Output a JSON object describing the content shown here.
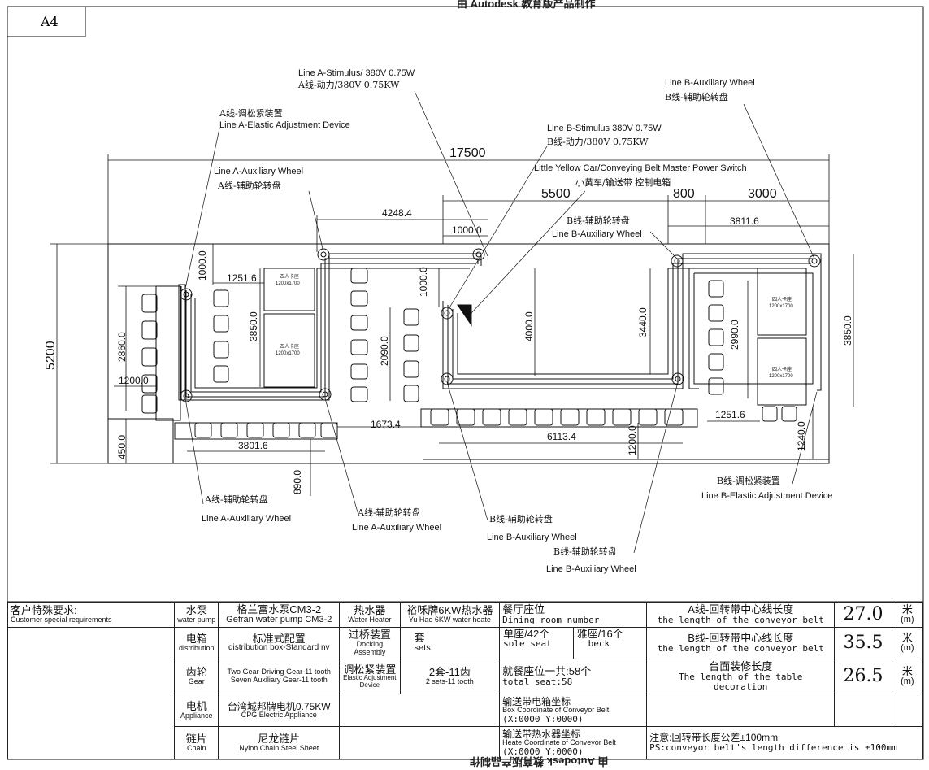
{
  "sheet": {
    "size_label": "A4",
    "watermark": "由 Autodesk 教育版产品制作"
  },
  "annotations": {
    "line_a_stimulus_en": "Line A-Stimulus/ 380V 0.75W",
    "line_a_stimulus_cn": "A线-动力/380V 0.75KW",
    "line_a_elastic_cn": "A线-调松紧装置",
    "line_a_elastic_en": "Line A-Elastic Adjustment Device",
    "line_a_aux_en": "Line A-Auxiliary Wheel",
    "line_a_aux_cn": "A线-辅助轮转盘",
    "line_b_stimulus_en": "Line B-Stimulus 380V 0.75W",
    "line_b_stimulus_cn": "B线-动力/380V 0.75KW",
    "master_switch_en": "Little Yellow Car/Conveying Belt Master Power Switch",
    "master_switch_cn": "小黄车/输送带 控制电箱",
    "line_b_aux_top_en": "Line B-Auxiliary Wheel",
    "line_b_aux_top_cn": "B线-辅助轮转盘",
    "line_b_aux_mid_cn": "B线-辅助轮转盘",
    "line_b_aux_mid_en": "Line B-Auxiliary Wheel",
    "bottom_a_aux1_cn": "A线-辅助轮转盘",
    "bottom_a_aux1_en": "Line A-Auxiliary Wheel",
    "bottom_a_aux2_cn": "A线-辅助轮转盘",
    "bottom_a_aux2_en": "Line A-Auxiliary Wheel",
    "bottom_b_aux1_cn": "B线-辅助轮转盘",
    "bottom_b_aux1_en": "Line B-Auxiliary Wheel",
    "bottom_b_aux2_cn": "B线-辅助轮转盘",
    "bottom_b_aux2_en": "Line B-Auxiliary Wheel",
    "line_b_elastic_cn": "B线-调松紧装置",
    "line_b_elastic_en": "Line B-Elastic Adjustment Device",
    "table_label_cn": "四人卡座",
    "table_label_size": "1200x1700"
  },
  "dimensions": {
    "total_length": "17500",
    "seg_5500": "5500",
    "seg_800": "800",
    "seg_3000": "3000",
    "d_4248": "4248.4",
    "d_1000_top": "1000.0",
    "d_3811": "3811.6",
    "d_1000_left": "1000.0",
    "d_1251_left": "1251.6",
    "d_3850_left": "3850.0",
    "d_1000_mid": "1000.0",
    "d_2090": "2090.0",
    "d_4000": "4000.0",
    "d_3440": "3440.0",
    "d_2990": "2990.0",
    "d_3850_right": "3850.0",
    "d_5200": "5200",
    "d_2860": "2860.0",
    "d_1200_left": "1200.0",
    "d_450": "450.0",
    "d_3801": "3801.6",
    "d_890": "890.0",
    "d_1673": "1673.4",
    "d_6113": "6113.4",
    "d_1200_bottom": "1200.0",
    "d_1251_right": "1251.6",
    "d_1240": "1240.0"
  },
  "titleblock": {
    "customer_cn": "客户特殊要求:",
    "customer_en": "Customer special requirements",
    "pump_cn": "水泵",
    "pump_en": "water pump",
    "pump_val_cn": "格兰富水泵CM3-2",
    "pump_val_en": "Gefran water pump CM3-2",
    "heater_cn": "热水器",
    "heater_en": "Water Heater",
    "heater_val_cn": "裕咊牌6KW热水器",
    "heater_val_en": "Yu Hao 6KW water heate",
    "dining_cn": "餐厅座位",
    "dining_en": "Dining room number",
    "a_len_cn": "A线-回转带中心线长度",
    "a_len_en": "the length of the conveyor belt",
    "a_len_val": "27.0",
    "unit_cn": "米",
    "unit_en": "(m)",
    "dist_cn": "电箱",
    "dist_en": "distribution",
    "dist_val_cn": "标准式配置",
    "dist_val_en": "distribution box-Standard nv",
    "bridge_cn": "过桥装置",
    "bridge_en": "Docking Assembly",
    "bridge_val_cn": "套",
    "bridge_val_en": "sets",
    "single_cn": "单座/42个",
    "single_en": "sole seat",
    "elegant_cn": "雅座/16个",
    "elegant_en": "beck",
    "b_len_cn": "B线-回转带中心线长度",
    "b_len_en": "the length of the conveyor belt",
    "b_len_val": "35.5",
    "gear_cn": "齿轮",
    "gear_en": "Gear",
    "gear_val1": "Two Gear-Driving Gear-11 tooth",
    "gear_val2": "Seven Auxiliary Gear-11 tooth",
    "elastic_cn": "调松紧装置",
    "elastic_en": "Elastic Adjustment Device",
    "elastic_val_cn": "2套-11齿",
    "elastic_val_en": "2 sets-11 tooth",
    "total_cn": "就餐座位一共:58个",
    "total_en": "total seat:58",
    "deco_cn": "台面装修长度",
    "deco_en": "The length of the table decoration",
    "deco_val": "26.5",
    "motor_cn": "电机",
    "motor_en": "Appliance",
    "motor_val_cn": "台湾城邦牌电机0.75KW",
    "motor_val_en": "CPG Electric Appliance",
    "belt_box_cn": "输送带电箱坐标",
    "belt_box_en": "Box Coordinate of Conveyor Belt",
    "belt_box_xy": "(X:0000 Y:0000)",
    "chain_cn": "链片",
    "chain_en": "Chain",
    "chain_val_cn": "尼龙链片",
    "chain_val_en": "Nylon Chain Steel Sheet",
    "heater_coord_cn": "输送带热水器坐标",
    "heater_coord_en": "Heate Coordinate of Conveyor Belt",
    "heater_coord_xy": "(X:0000 Y:0000)",
    "note_cn": "注意:回转带长度公差±100mm",
    "note_en": "PS:conveyor belt's length difference is ±100mm"
  }
}
